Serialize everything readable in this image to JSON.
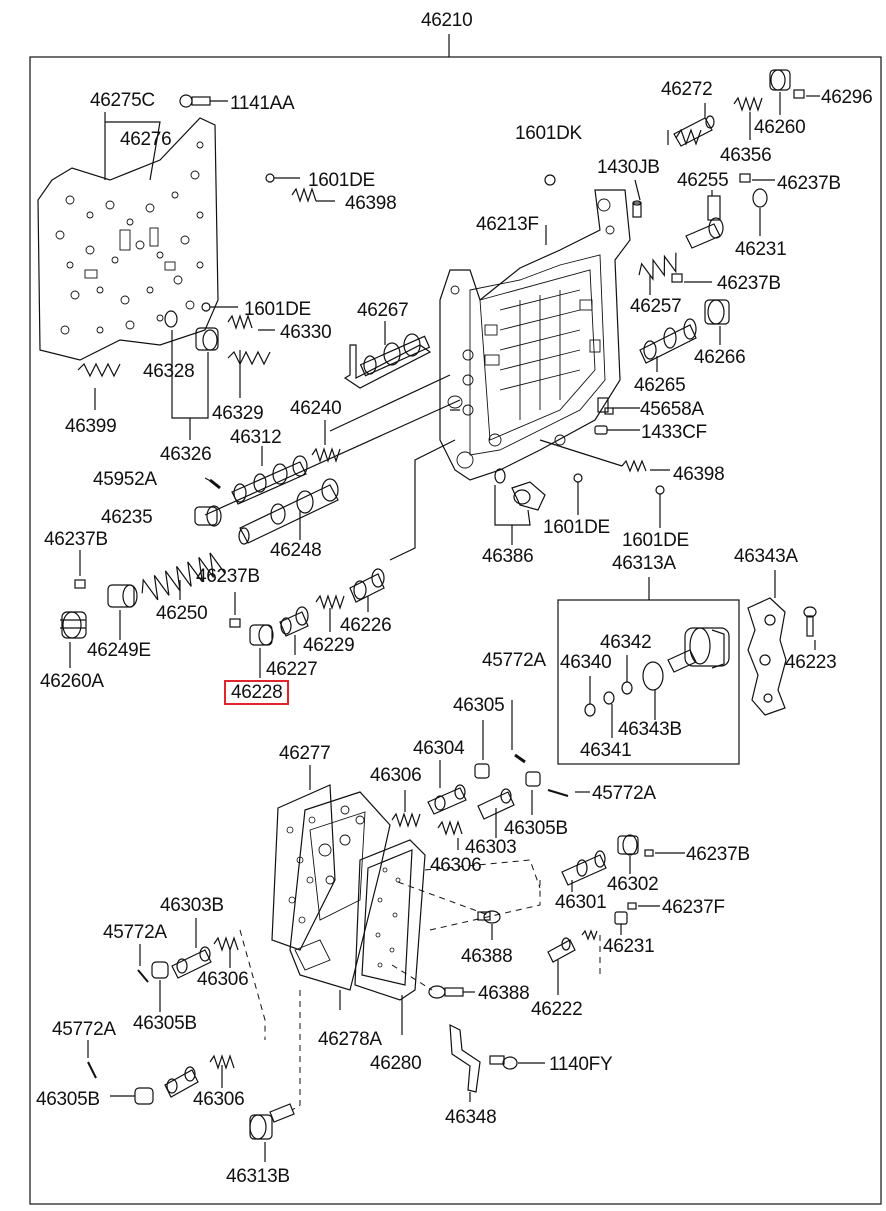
{
  "diagram": {
    "highlight_color": "#e0262b",
    "highlighted_part": "46228",
    "labels": {
      "l46210": "46210",
      "l46275C": "46275C",
      "l1141AA": "1141AA",
      "l46276": "46276",
      "l46272": "46272",
      "l46296": "46296",
      "l46260": "46260",
      "l1601DK": "1601DK",
      "l46356": "46356",
      "l1601DE_a": "1601DE",
      "l1430JB": "1430JB",
      "l46255": "46255",
      "l46237B_a": "46237B",
      "l46398_a": "46398",
      "l46213F": "46213F",
      "l46231_a": "46231",
      "l46237B_b": "46237B",
      "l1601DE_b": "1601DE",
      "l46267": "46267",
      "l46257": "46257",
      "l46330": "46330",
      "l46328": "46328",
      "l46266": "46266",
      "l46265": "46265",
      "l46329": "46329",
      "l45658A": "45658A",
      "l46240": "46240",
      "l46399": "46399",
      "l1433CF": "1433CF",
      "l46326": "46326",
      "l46312": "46312",
      "l46398_b": "46398",
      "l45952A": "45952A",
      "l46235": "46235",
      "l1601DE_c": "1601DE",
      "l1601DE_d": "1601DE",
      "l46237B_c": "46237B",
      "l46248": "46248",
      "l46386": "46386",
      "l46313A": "46313A",
      "l46343A": "46343A",
      "l46237B_d": "46237B",
      "l46250": "46250",
      "l46226": "46226",
      "l46342": "46342",
      "l46229": "46229",
      "l46249E": "46249E",
      "l46340": "46340",
      "l46223": "46223",
      "l46227": "46227",
      "l45772A_a": "45772A",
      "l46260A": "46260A",
      "l46228": "46228",
      "l46343B": "46343B",
      "l46305_a": "46305",
      "l46341": "46341",
      "l46304": "46304",
      "l46277": "46277",
      "l46306_a": "46306",
      "l45772A_b": "45772A",
      "l46305B_a": "46305B",
      "l46303": "46303",
      "l46237B_e": "46237B",
      "l46306_b": "46306",
      "l46302": "46302",
      "l46301": "46301",
      "l46237F": "46237F",
      "l46303B": "46303B",
      "l45772A_c": "45772A",
      "l46231_b": "46231",
      "l46388_a": "46388",
      "l46306_c": "46306",
      "l46388_b": "46388",
      "l46305B_b": "46305B",
      "l46222": "46222",
      "l45772A_d": "45772A",
      "l46278A": "46278A",
      "l46280": "46280",
      "l1140FY": "1140FY",
      "l46305B_c": "46305B",
      "l46306_d": "46306",
      "l46348": "46348",
      "l46313B": "46313B"
    }
  }
}
